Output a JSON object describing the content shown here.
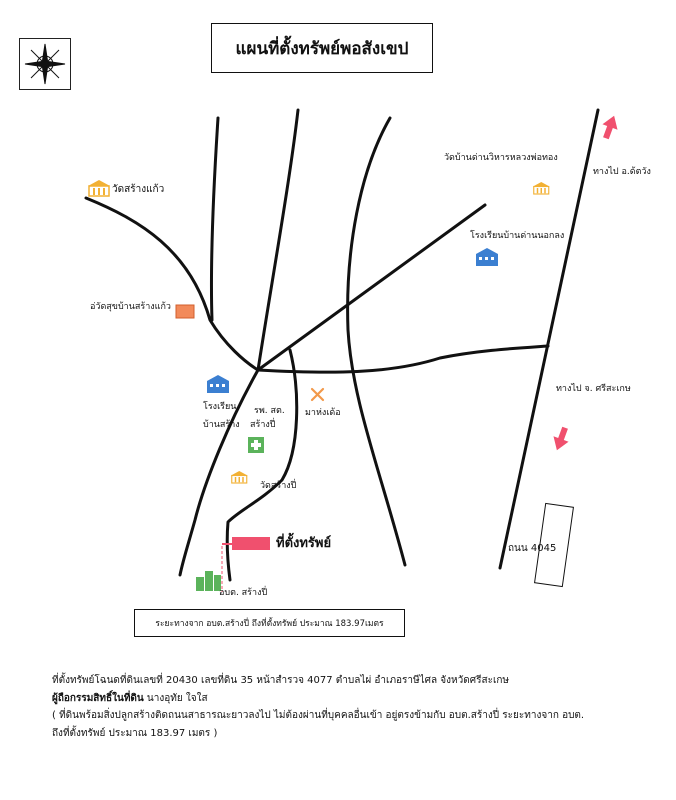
{
  "title": "แผนที่ตั้งทรัพย์พอสังเขป",
  "compass": {
    "icon": "compass-rose-icon"
  },
  "labels": {
    "wat_sang_kaeo": "วัดสร้างแก้ว",
    "wat_ban_tan": "วัดบ้านด่านวิหารหลวงพ่อทอง",
    "to_kantang": "ทางไป อ.ด้ตวัง",
    "school_ban_tan": "โรงเรียนบ้านด่านนอกลง",
    "health_center": "อ่วัดสุขบ้านสร้างแก้ว",
    "to_sisaket": "ทางไป จ. ศรีสะเกษ",
    "school_ban_sang_1": "โรงเรียน",
    "school_ban_sang_2": "บ้านสร้าง",
    "hospital_1": "รพ. สต.",
    "hospital_2": "สร้างปี่",
    "market": "มาห่งเด้อ",
    "wat_sang_pi": "วัดสร้างปี่",
    "property": "ที่ตั้งทรัพย์",
    "road_4045": "ถนน 4045",
    "sao_sang_pi": "อบต. สร้างปี่"
  },
  "distance_note": "ระยะทางจาก อบต.สร้างปี่ ถึงที่ตั้งทรัพย์ ประมาณ 183.97เมตร",
  "footer": {
    "line1": "ที่ตั้งทรัพย์โฉนดที่ดินเลขที่ 20430  เลขที่ดิน  35   หน้าสำรวจ 4077 ตำบลไผ่ อำเภอราษีไศล  จังหวัดศรีสะเกษ",
    "line2_label": "ผู้ถือกรรมสิทธิ์ในที่ดิน",
    "line2_value": " นางอุทัย ใจใส",
    "line3": "( ที่ดินพร้อมสิ่งปลูกสร้างติดถนนสาธารณะยาวลงไป  ไม่ต้องผ่านที่บุคคลอื่นเข้า  อยู่ตรงข้ามกับ อบต.สร้างปี่  ระยะทางจาก อบต.",
    "line4": "ถึงที่ตั้งทรัพย์ ประมาณ 183.97 เมตร )"
  },
  "colors": {
    "temple": "#f2b134",
    "school": "#3b7fd1",
    "health": "#f28a5a",
    "hospital": "#5bb35b",
    "property": "#f0506e",
    "arrow": "#f0506e",
    "market": "#f2994a"
  }
}
